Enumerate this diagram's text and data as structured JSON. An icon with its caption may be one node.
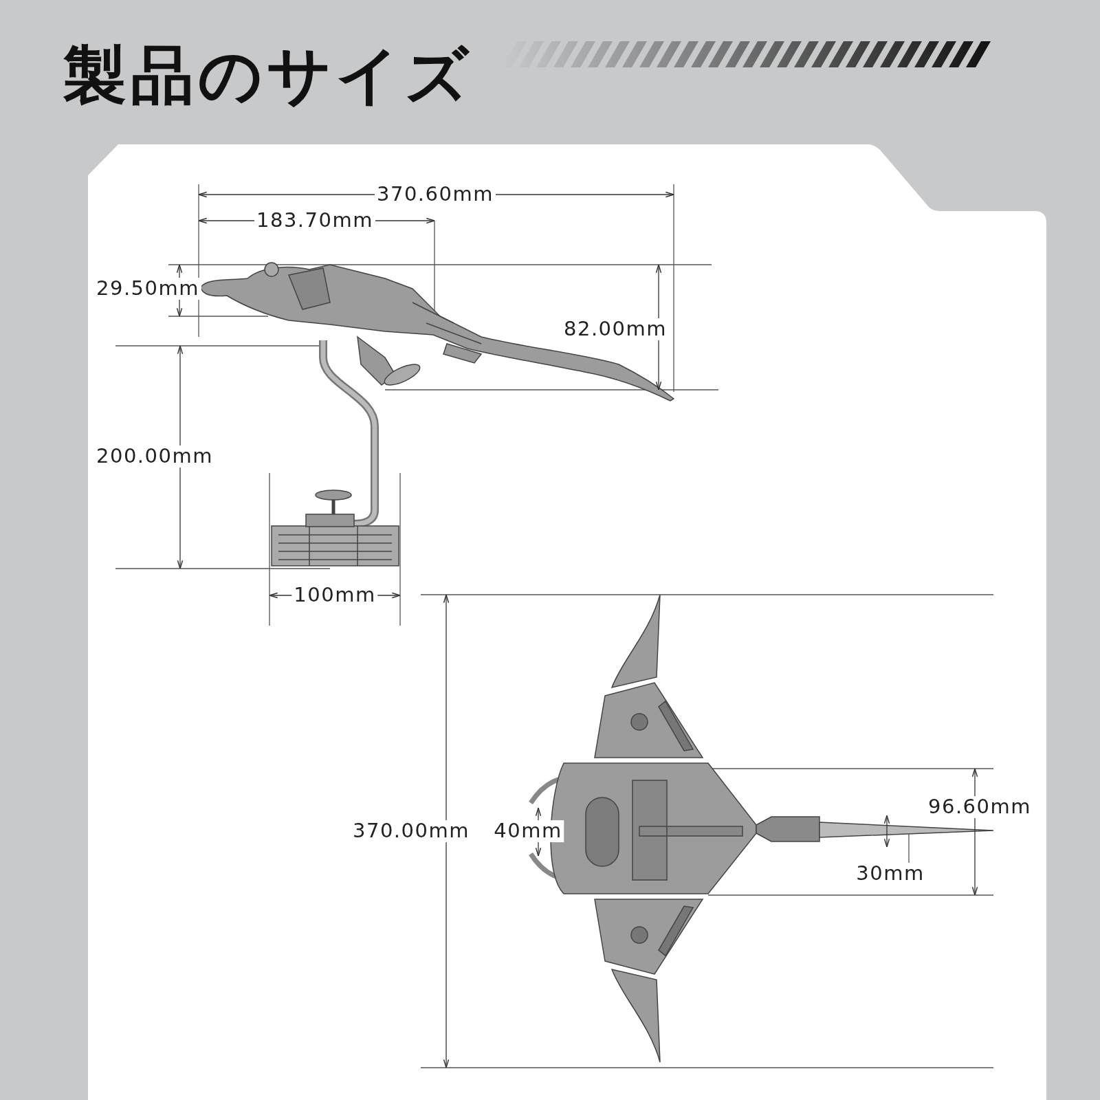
{
  "diagram": {
    "title": "製品のサイズ",
    "labels": [
      "370.60mm",
      "183.70mm",
      "29.50mm",
      "82.00mm",
      "200.00mm",
      "100mm",
      "96.60mm",
      "370.00mm",
      "40mm",
      "30mm"
    ]
  }
}
